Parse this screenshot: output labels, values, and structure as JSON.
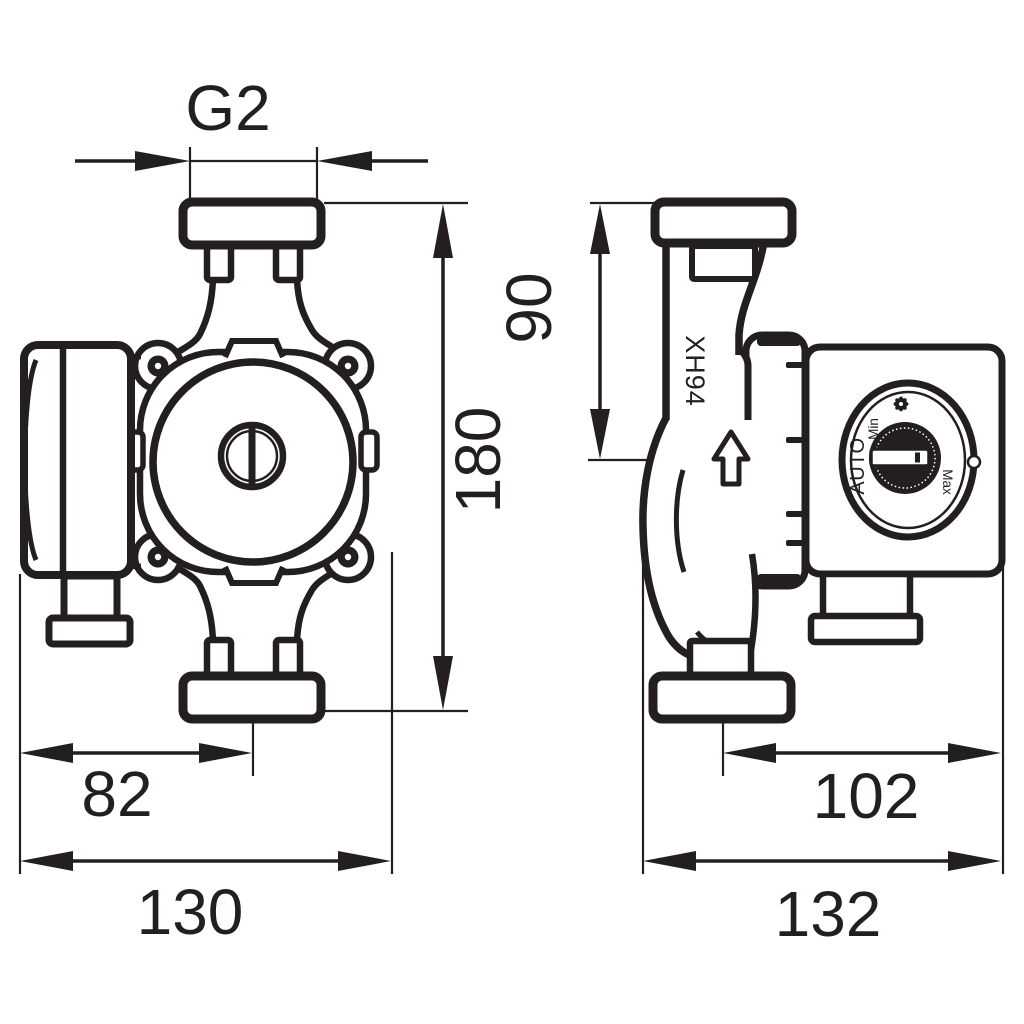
{
  "dimensions": {
    "thread_size": "G2",
    "total_height": "180",
    "flange_to_axis_height": "90",
    "axis_to_box_width": "82",
    "front_total_width": "130",
    "axis_to_rear_width": "102",
    "side_total_width": "132"
  },
  "side_view": {
    "model_code": "XH94",
    "dial": {
      "auto_label": "AUTO",
      "min_label": "Min",
      "max_label": "Max"
    }
  },
  "icons": {
    "fan_icon": "✻",
    "flow_direction_icon": "⇧"
  },
  "colors": {
    "line": "#231f20",
    "background": "#ffffff"
  }
}
